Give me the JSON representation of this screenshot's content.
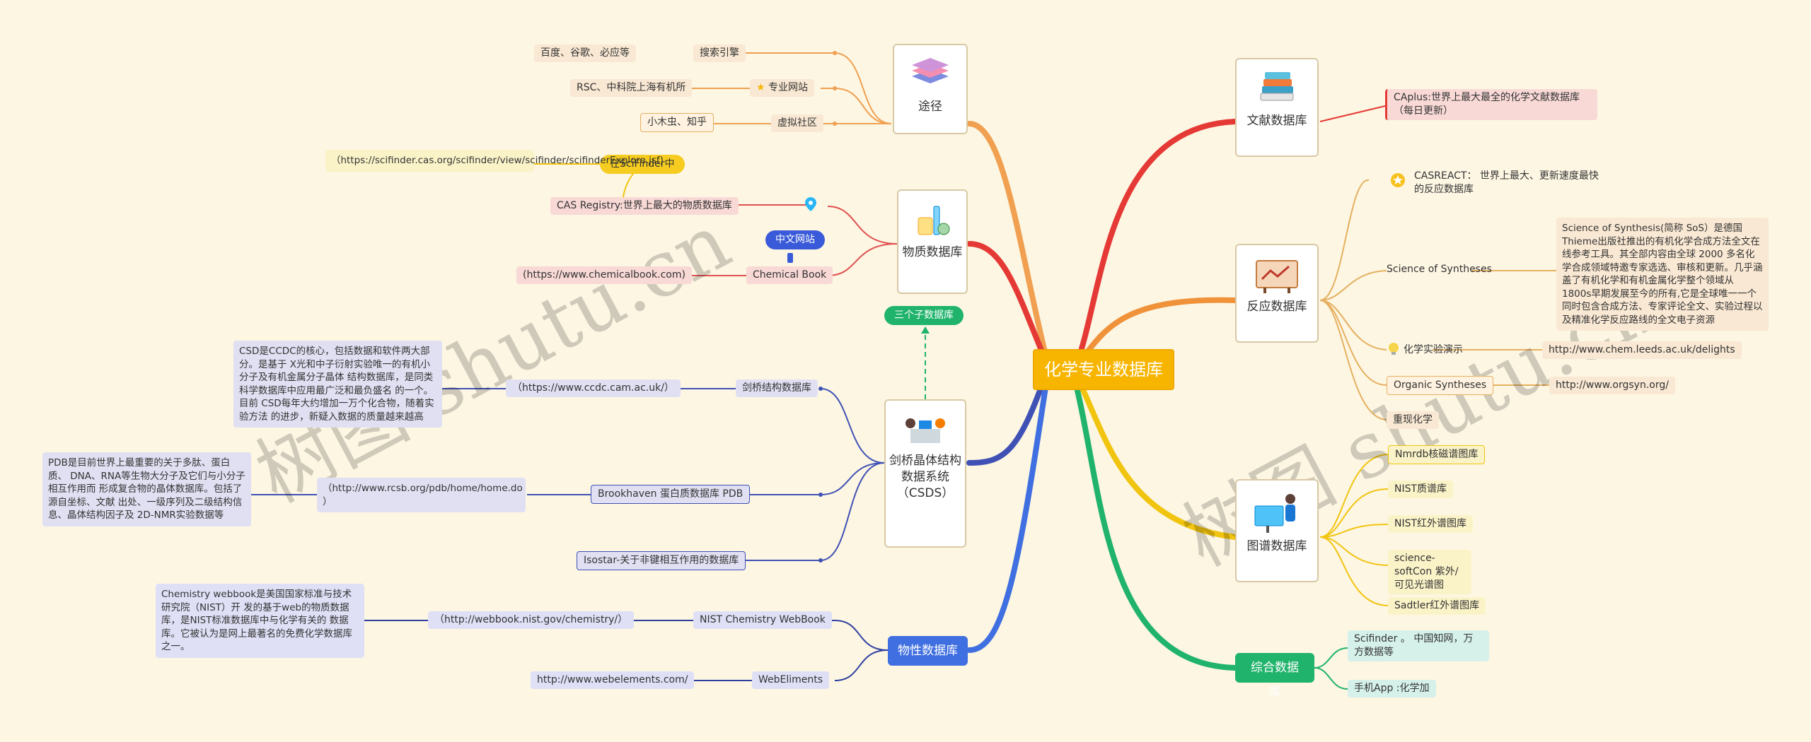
{
  "center": "化学专业数据库",
  "watermark": "树图 shutu.cn",
  "colors": {
    "center": "#f7b500",
    "red": "#e53935",
    "orange": "#f0923a",
    "yellow": "#f1c40f",
    "green": "#20b36b",
    "blue": "#3f51b5",
    "route": "#f0a050"
  },
  "left": {
    "route": {
      "label": "途径",
      "items": [
        {
          "label": "搜索引擎",
          "detail": "百度、谷歌、必应等"
        },
        {
          "label": "专业网站",
          "detail": "RSC、中科院上海有机所"
        },
        {
          "label": "虚拟社区",
          "detail": "小木虫、知乎"
        }
      ]
    },
    "substance": {
      "label": "物质数据库",
      "cas": "CAS Registry:世界上最大的物质数据库",
      "scifinder_pill": "在SciFinder中",
      "scifinder_url": "（https://scifinder.cas.org/scifinder/view/scifinder/scifinderExplore.jsf)",
      "chemicalbook": "Chemical Book",
      "chemicalbook_pill": "中文网站",
      "chemicalbook_url": "(https://www.chemicalbook.com)"
    },
    "csds": {
      "label": "剑桥晶体结构数据系统（CSDS）",
      "sub_pill": "三个子数据库",
      "ccdc": {
        "label": "剑桥结构数据库",
        "url": "（https://www.ccdc.cam.ac.uk/）",
        "desc": "CSD是CCDC的核心，包括数据和软件两大部分。是基于 X光和中子衍射实验唯一的有机小分子及有机金属分子晶体 结构数据库，是同类科学数据库中应用最广泛和最负盛名 的一个。目前 CSD每年大约增加一万个化合物，随着实验方法 的进步，新疑入数据的质量越来越高"
      },
      "pdb": {
        "label": "Brookhaven 蛋白质数据库 PDB",
        "url": "（http://www.rcsb.org/pdb/home/home.do ）",
        "desc": "PDB是目前世界上最重要的关于多肽、蛋白质、 DNA、RNA等生物大分子及它们与小分子相互作用而 形成复合物的晶体数据库。包括了源自坐标、文献 出处、一级序列及二级结构信息、晶体结构因子及 2D-NMR实验数据等"
      },
      "isostar": {
        "label": "Isostar-关于非键相互作用的数据库"
      }
    },
    "physical": {
      "label": "物性数据库",
      "nist": {
        "label": "NIST Chemistry WebBook",
        "url": "（http://webbook.nist.gov/chemistry/）",
        "desc": "Chemistry webbook是美国国家标准与技术研究院（NIST）开 发的基于web的物质数据库，是NIST标准数据库中与化学有关的 数据库。它被认为是网上最著名的免费化学数据库之一。"
      },
      "webelements": {
        "label": "WebEliments",
        "url": "http://www.webelements.com/"
      }
    }
  },
  "right": {
    "literature": {
      "label": "文献数据库",
      "item": "CAplus:世界上最大最全的化学文献数据库（每日更新）"
    },
    "reaction": {
      "label": "反应数据库",
      "casreact": "CASREACT： 世界上最大、更新速度最快的反应数据库",
      "sos": {
        "label": "Science of Syntheses",
        "desc": "Science of Synthesis(简称 SoS）是德国Thieme出版社推出的有机化学合成方法全文在线参考工具。其全部内容由全球 2000 多名化学合成领域特邀专家选选、审核和更新。几乎涵盖了有机化学和有机金属化学整个领域从1800s早期发展至今的所有,它是全球唯一一个同时包含合成方法、专家评论全文、实验过程以及精准化学反应路线的全文电子资源"
      },
      "demo": {
        "label": "化学实验演示",
        "url": "http://www.chem.leeds.ac.uk/delights"
      },
      "orgsyn": {
        "label": "Organic Syntheses",
        "url": "http://www.orgsyn.org/"
      },
      "replay": "重现化学"
    },
    "spectra": {
      "label": "图谱数据库",
      "items": [
        "Nmrdb核磁谱图库",
        "NIST质谱库",
        "NIST红外谱图库",
        "science-softCon 紫外/可见光谱图",
        "Sadtler红外谱图库"
      ]
    },
    "general": {
      "label": "综合数据库",
      "items": [
        "Scifinder 。 中国知网，万方数据等",
        "手机App :化学加"
      ]
    }
  }
}
